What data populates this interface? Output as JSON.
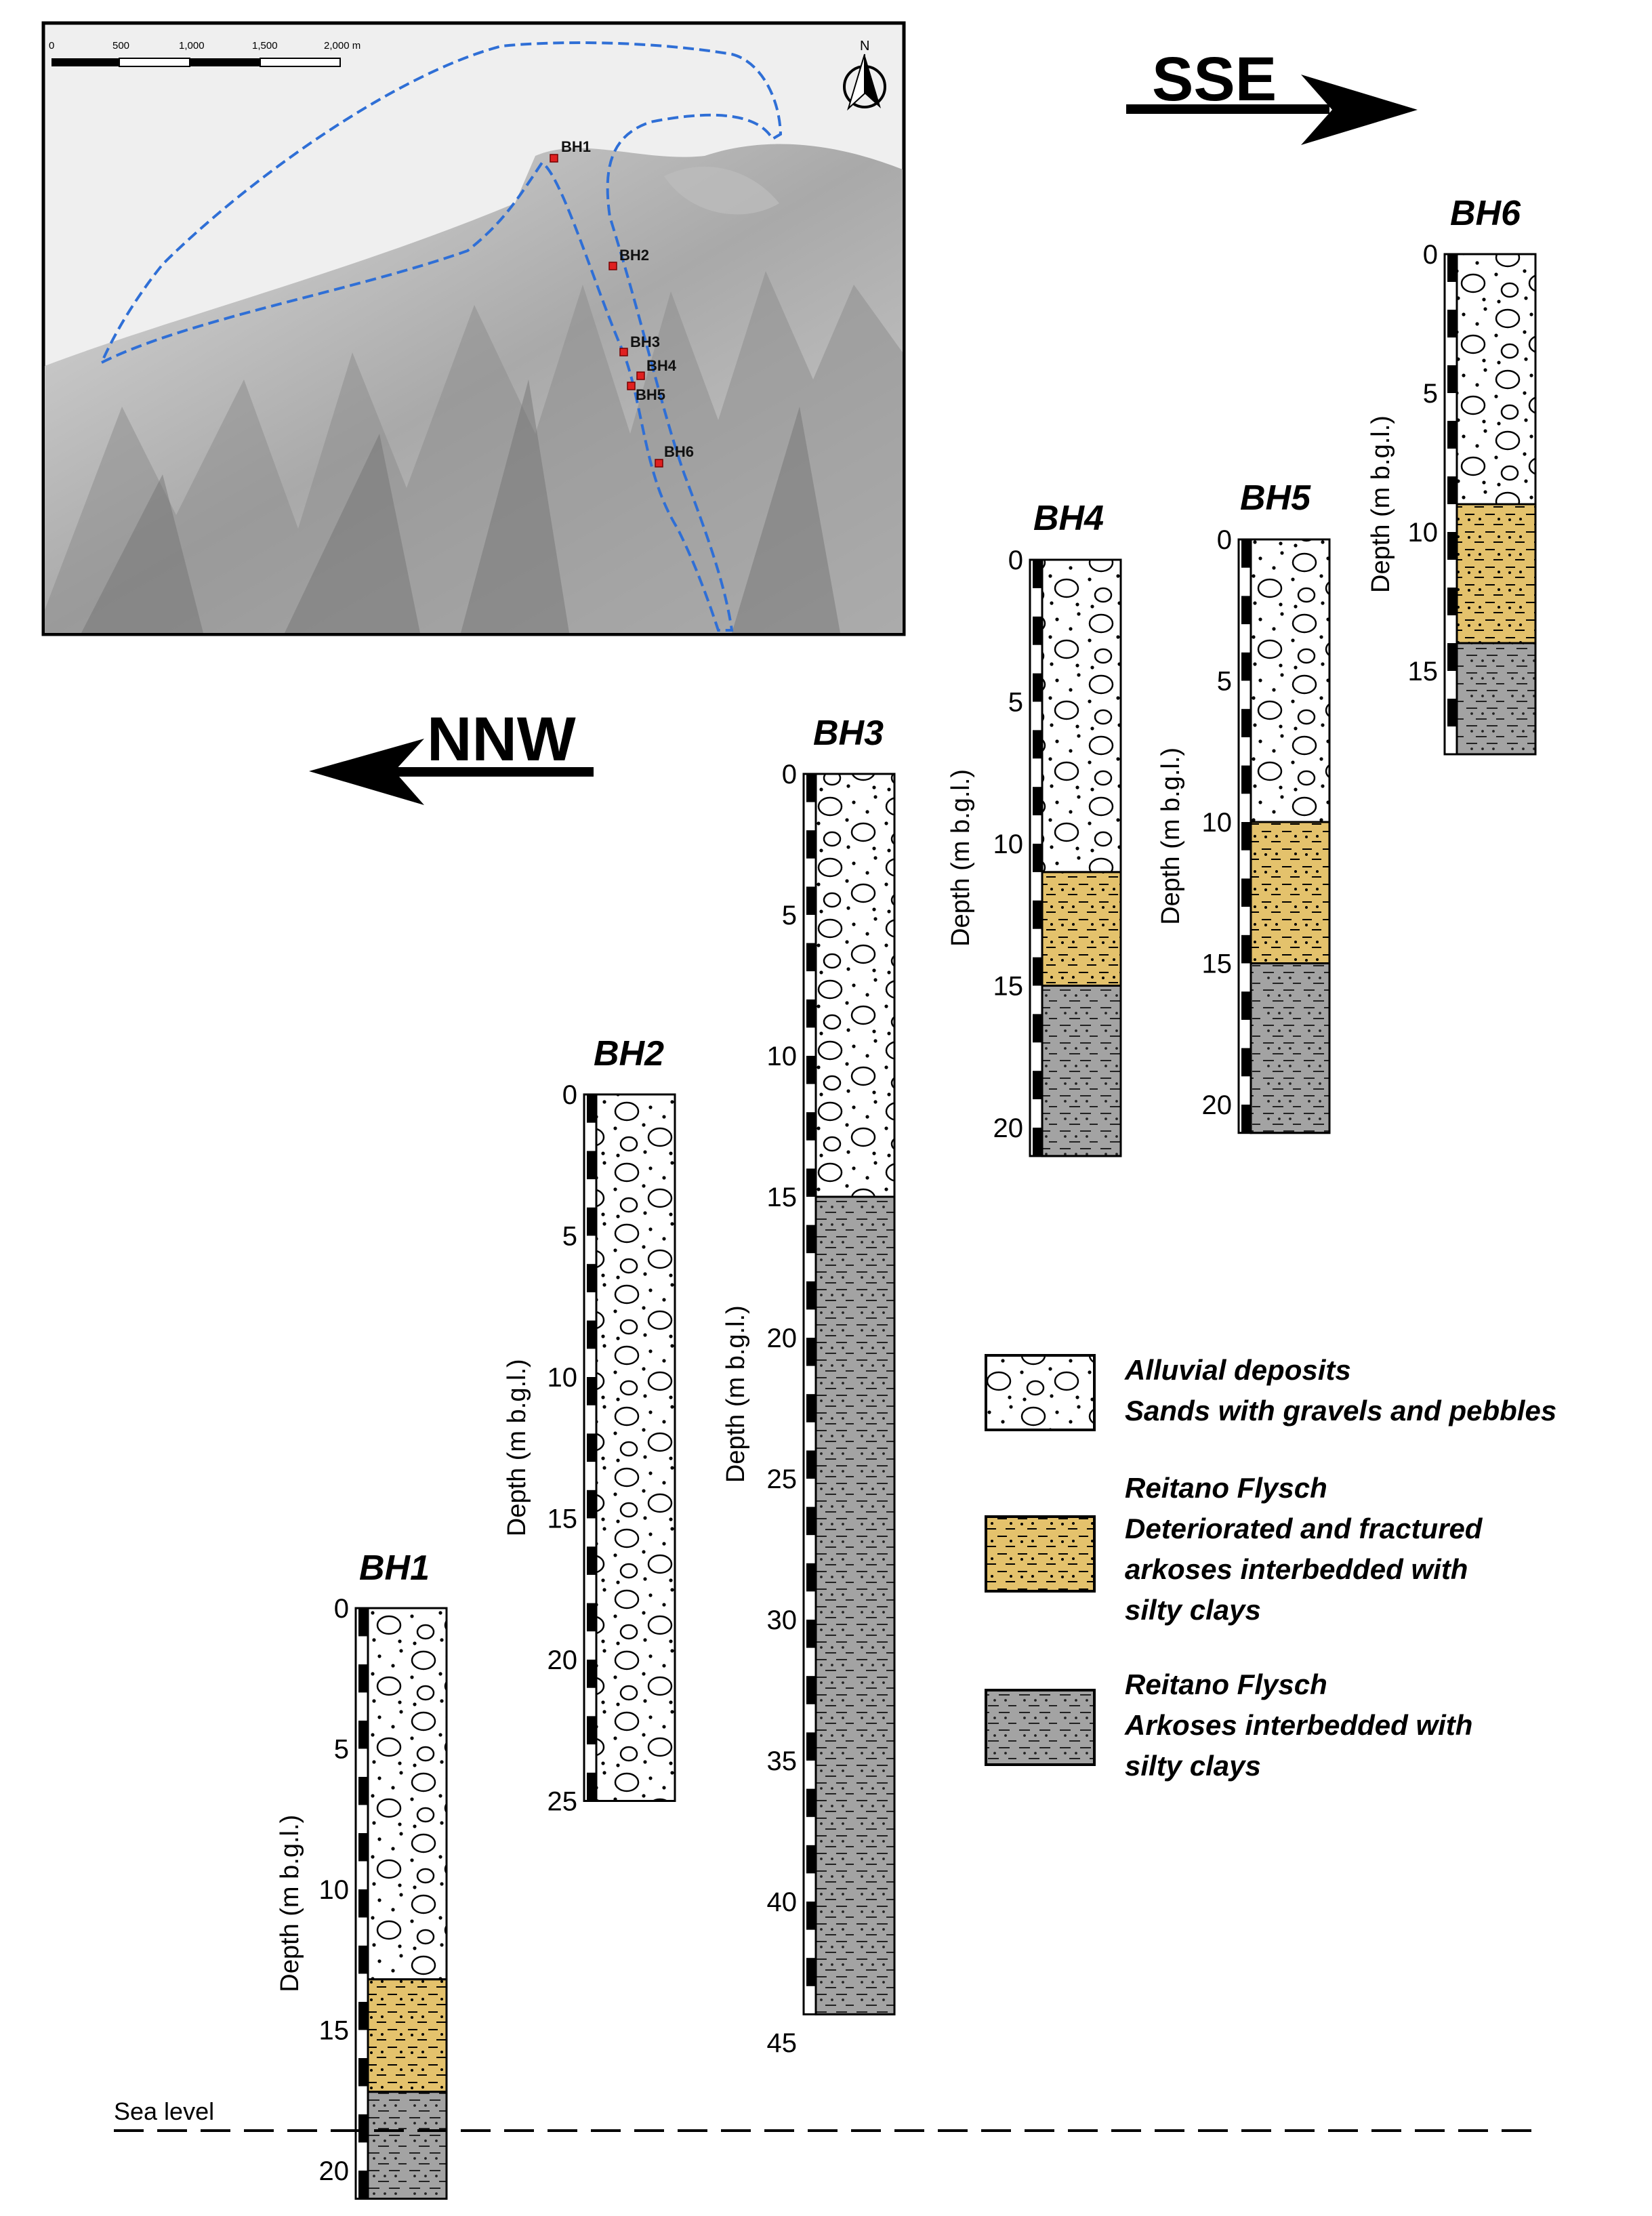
{
  "colors": {
    "alluvial_fill": "#ffffff",
    "deteriorated_fill": "#e4c26c",
    "arkose_fill": "#a3a3a3",
    "outline": "#000000",
    "map_boundary": "#2f6fd6",
    "map_marker": "#e02020"
  },
  "directions": {
    "left": "NNW",
    "right": "SSE"
  },
  "axis_label": "Depth (m b.g.l.)",
  "sea_level_label": "Sea level",
  "map": {
    "scale_labels": [
      "0",
      "500",
      "1,000",
      "1,500",
      "2,000 m"
    ],
    "north_label": "N",
    "markers": [
      "BH1",
      "BH2",
      "BH3",
      "BH4",
      "BH5",
      "BH6"
    ]
  },
  "legend": [
    {
      "lines": [
        "Alluvial deposits",
        "Sands with gravels and pebbles"
      ]
    },
    {
      "lines": [
        "Reitano Flysch",
        "Deteriorated and fractured",
        "arkoses interbedded with",
        "silty clays"
      ]
    },
    {
      "lines": [
        "Reitano Flysch",
        "Arkoses interbedded with",
        "silty clays"
      ]
    }
  ],
  "boreholes": [
    {
      "name": "BH1",
      "depth_max": 21,
      "ticks": [
        0,
        5,
        10,
        15,
        20
      ],
      "layers": [
        {
          "unit": "alluvial",
          "from": 0,
          "to": 13.2
        },
        {
          "unit": "deteriorated",
          "from": 13.2,
          "to": 17.2
        },
        {
          "unit": "arkose",
          "from": 17.2,
          "to": 21
        }
      ]
    },
    {
      "name": "BH2",
      "depth_max": 25,
      "ticks": [
        0,
        5,
        10,
        15,
        20,
        25
      ],
      "layers": [
        {
          "unit": "alluvial",
          "from": 0,
          "to": 25
        }
      ]
    },
    {
      "name": "BH3",
      "depth_max": 44,
      "ticks": [
        0,
        5,
        10,
        15,
        20,
        25,
        30,
        35,
        40,
        45
      ],
      "layers": [
        {
          "unit": "alluvial",
          "from": 0,
          "to": 15
        },
        {
          "unit": "arkose",
          "from": 15,
          "to": 44
        }
      ]
    },
    {
      "name": "BH4",
      "depth_max": 21,
      "ticks": [
        0,
        5,
        10,
        15,
        20
      ],
      "layers": [
        {
          "unit": "alluvial",
          "from": 0,
          "to": 11
        },
        {
          "unit": "deteriorated",
          "from": 11,
          "to": 15
        },
        {
          "unit": "arkose",
          "from": 15,
          "to": 21
        }
      ]
    },
    {
      "name": "BH5",
      "depth_max": 21,
      "ticks": [
        0,
        5,
        10,
        15,
        20
      ],
      "layers": [
        {
          "unit": "alluvial",
          "from": 0,
          "to": 10
        },
        {
          "unit": "deteriorated",
          "from": 10,
          "to": 15
        },
        {
          "unit": "arkose",
          "from": 15,
          "to": 21
        }
      ]
    },
    {
      "name": "BH6",
      "depth_max": 18,
      "ticks": [
        0,
        5,
        10,
        15
      ],
      "layers": [
        {
          "unit": "alluvial",
          "from": 0,
          "to": 9
        },
        {
          "unit": "deteriorated",
          "from": 9,
          "to": 14
        },
        {
          "unit": "arkose",
          "from": 14,
          "to": 18
        }
      ]
    }
  ]
}
